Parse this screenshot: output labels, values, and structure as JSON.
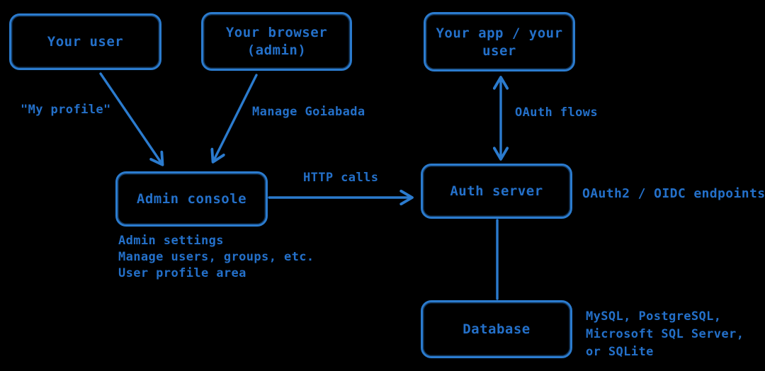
{
  "colors": {
    "background": "#000000",
    "accent": "#2b7bce",
    "text": "#2470c9"
  },
  "nodes": {
    "your_user": {
      "lines": [
        "Your user"
      ]
    },
    "your_browser": {
      "lines": [
        "Your browser",
        "(admin)"
      ]
    },
    "your_app": {
      "lines": [
        "Your app / your",
        "user"
      ]
    },
    "admin_console": {
      "lines": [
        "Admin console"
      ]
    },
    "auth_server": {
      "lines": [
        "Auth server"
      ]
    },
    "database": {
      "lines": [
        "Database"
      ]
    }
  },
  "edge_labels": {
    "my_profile": "\"My profile\"",
    "manage_goiabada": "Manage Goiabada",
    "http_calls": "HTTP calls",
    "oauth_flows": "OAuth flows"
  },
  "annotations": {
    "auth_server_note": "OAuth2 / OIDC endpoints",
    "admin_console_note": [
      "Admin settings",
      "Manage users, groups, etc.",
      "User profile area"
    ],
    "database_note": [
      "MySQL, PostgreSQL,",
      "Microsoft SQL Server,",
      "or SQLite"
    ]
  }
}
